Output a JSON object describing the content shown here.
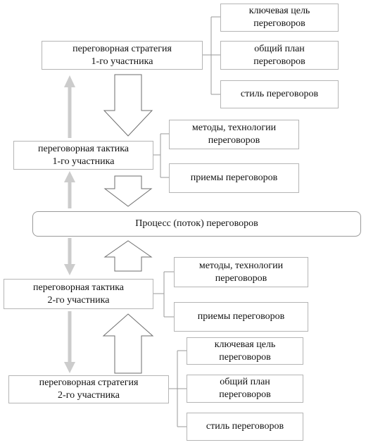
{
  "nodes": {
    "strategy1": "переговорная стратегия\n1-го участника",
    "s1_goal": "ключевая цель\nпереговоров",
    "s1_plan": "общий план\nпереговоров",
    "s1_style": "стиль переговоров",
    "tactic1": "переговорная тактика\n1-го участника",
    "t1_methods": "методы, технологии\nпереговоров",
    "t1_techniques": "приемы переговоров",
    "process": "Процесс (поток) переговоров",
    "tactic2": "переговорная тактика\n2-го участника",
    "t2_methods": "методы, технологии\nпереговоров",
    "t2_techniques": "приемы переговоров",
    "strategy2": "переговорная стратегия\n2-го участника",
    "s2_goal": "ключевая цель\nпереговоров",
    "s2_plan": "общий план\nпереговоров",
    "s2_style": "стиль переговоров"
  }
}
